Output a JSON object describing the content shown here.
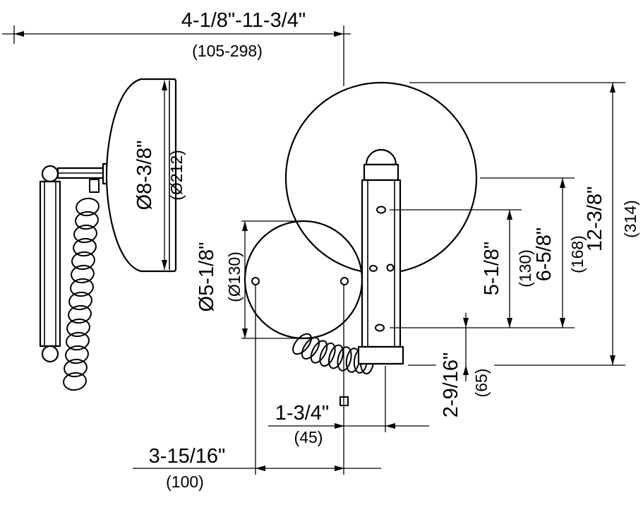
{
  "drawing": {
    "dimensions": {
      "extension_range": {
        "in": "4-1/8\"-11-3/4\"",
        "mm": "(105-298)"
      },
      "mirror_diameter": {
        "in": "Ø8-3/8\"",
        "mm": "(Ø212)"
      },
      "plate_diameter": {
        "in": "Ø5-1/8\"",
        "mm": "(Ø130)"
      },
      "overall_height": {
        "in": "12-3/8\"",
        "mm": "(314)"
      },
      "center_to_hole": {
        "in": "6-5/8\"",
        "mm": "(168)"
      },
      "hole_spacing_vertical": {
        "in": "5-1/8\"",
        "mm": "(130)"
      },
      "bottom_offset": {
        "in": "2-9/16\"",
        "mm": "(65)"
      },
      "hole_to_center": {
        "in": "1-3/4\"",
        "mm": "(45)"
      },
      "hole_spacing_horizontal": {
        "in": "3-15/16\"",
        "mm": "(100)"
      }
    }
  }
}
